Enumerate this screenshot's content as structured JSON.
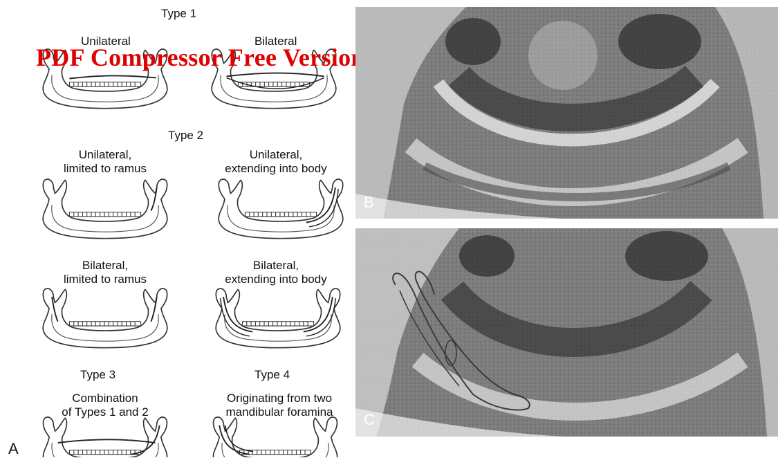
{
  "panel_a": {
    "letter": "A",
    "type1": {
      "heading": "Type 1",
      "left": "Unilateral",
      "right": "Bilateral"
    },
    "type2": {
      "heading": "Type 2",
      "r1_left": [
        "Unilateral,",
        "limited to ramus"
      ],
      "r1_right": [
        "Unilateral,",
        "extending into body"
      ],
      "r2_left": [
        "Bilateral,",
        "limited to ramus"
      ],
      "r2_right": [
        "Bilateral,",
        "extending into body"
      ]
    },
    "type3": {
      "heading": "Type 3",
      "caption": [
        "Combination",
        "of Types 1 and 2"
      ]
    },
    "type4": {
      "heading": "Type 4",
      "caption": [
        "Originating from two",
        "mandibular foramina"
      ]
    }
  },
  "panel_b": {
    "letter": "B"
  },
  "panel_c": {
    "letter": "C"
  },
  "watermark": "PDF Compressor Free Version"
}
